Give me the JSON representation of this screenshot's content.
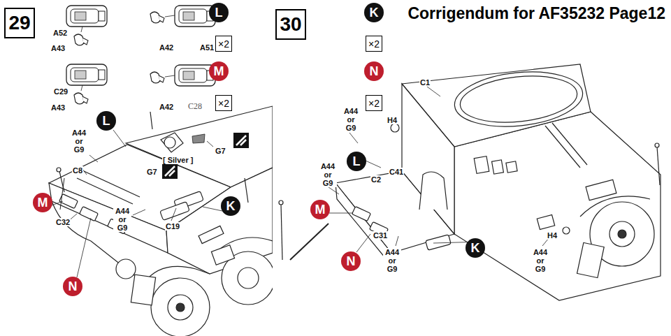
{
  "diagram": {
    "title": "Corrigendum for AF35232 Page12",
    "nodes": [
      {
        "text": [
          "29"
        ]
      },
      {
        "text": [
          "L"
        ]
      },
      {
        "text": [
          "K"
        ]
      },
      {
        "text": [
          "×2"
        ]
      },
      {
        "text": [
          "×2"
        ]
      },
      {
        "text": [
          "M"
        ]
      },
      {
        "text": [
          "N"
        ]
      },
      {
        "text": [
          "×2"
        ]
      },
      {
        "text": [
          "×2"
        ]
      },
      {
        "text": [
          "L"
        ]
      },
      {
        "text": [
          "M"
        ]
      },
      {
        "text": [
          "K"
        ]
      },
      {
        "text": [
          "N"
        ]
      },
      {
        "text": [
          "30"
        ]
      },
      {
        "text": [
          "L"
        ]
      },
      {
        "text": [
          "M"
        ]
      },
      {
        "text": [
          "N"
        ]
      },
      {
        "text": [
          "K"
        ]
      }
    ],
    "labels": [
      "A52",
      "A43",
      "A42",
      "A51",
      "C29",
      "A43",
      "A42",
      "C28",
      "G7",
      "[ Silver ]",
      "G7",
      "A44 or G9",
      "C8",
      "C32",
      "A44 or G9",
      "C19",
      "C1",
      "A44 or G9",
      "H4",
      "A44 or G9",
      "C41",
      "C2",
      "C31",
      "A44 or G9",
      "A44 or G9",
      "H4"
    ]
  }
}
